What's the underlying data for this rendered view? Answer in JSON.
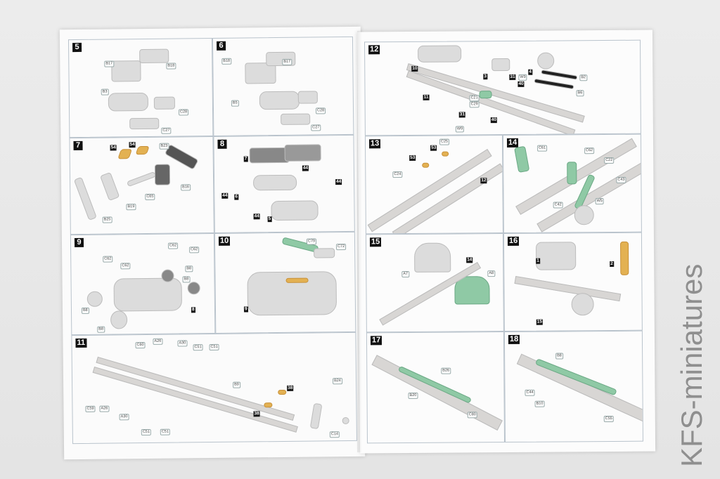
{
  "watermark": "KFS-miniatures",
  "colors": {
    "paper": "#fbfbfb",
    "part_grey": "#dcdcdc",
    "resin_green": "#8fc9a5",
    "photo_etch": "#e3b152",
    "background": "#e8e8e8"
  },
  "steps": {
    "s5": {
      "num": "5",
      "labels": [
        "B17",
        "B18",
        "B3",
        "C28",
        "C27"
      ]
    },
    "s6": {
      "num": "6",
      "labels": [
        "B18",
        "B17",
        "B5",
        "C28",
        "C27"
      ]
    },
    "s7": {
      "num": "7",
      "labels": [
        "B23",
        "B16",
        "C65",
        "B19",
        "B25"
      ],
      "refs": [
        "54",
        "54"
      ]
    },
    "s8": {
      "num": "8",
      "refs": [
        "7",
        "44",
        "44",
        "6",
        "44",
        "44",
        "5"
      ]
    },
    "s9": {
      "num": "9",
      "labels": [
        "C62",
        "C62",
        "C62",
        "C62",
        "B8",
        "B8",
        "B8",
        "B8"
      ],
      "refs": [
        "8"
      ]
    },
    "s10": {
      "num": "10",
      "labels": [
        "C79",
        "C72"
      ],
      "refs": [
        "9"
      ]
    },
    "s11": {
      "num": "11",
      "labels": [
        "C60",
        "A26",
        "A30",
        "C51",
        "C51",
        "B9",
        "B24",
        "C14",
        "C59",
        "A26",
        "A30",
        "C51",
        "C51"
      ],
      "refs": [
        "38",
        "38"
      ]
    },
    "s12": {
      "num": "12",
      "labels": [
        "W9",
        "B2",
        "B6",
        "C21",
        "C29",
        "W9"
      ],
      "refs": [
        "10",
        "3",
        "4",
        "31",
        "40",
        "11",
        "31",
        "40"
      ]
    },
    "s13": {
      "num": "13",
      "labels": [
        "C25",
        "C24"
      ],
      "refs": [
        "53",
        "53",
        "12"
      ]
    },
    "s14": {
      "num": "14",
      "labels": [
        "C61",
        "C62",
        "C22",
        "C43",
        "C42",
        "W5"
      ]
    },
    "s15": {
      "num": "15",
      "labels": [
        "A7",
        "A8"
      ],
      "refs": [
        "14"
      ]
    },
    "s16": {
      "num": "16",
      "refs": [
        "1",
        "2",
        "15"
      ]
    },
    "s17": {
      "num": "17",
      "labels": [
        "B26",
        "B20",
        "C80"
      ]
    },
    "s18": {
      "num": "18",
      "labels": [
        "B8",
        "C44",
        "B10",
        "C55"
      ]
    }
  }
}
